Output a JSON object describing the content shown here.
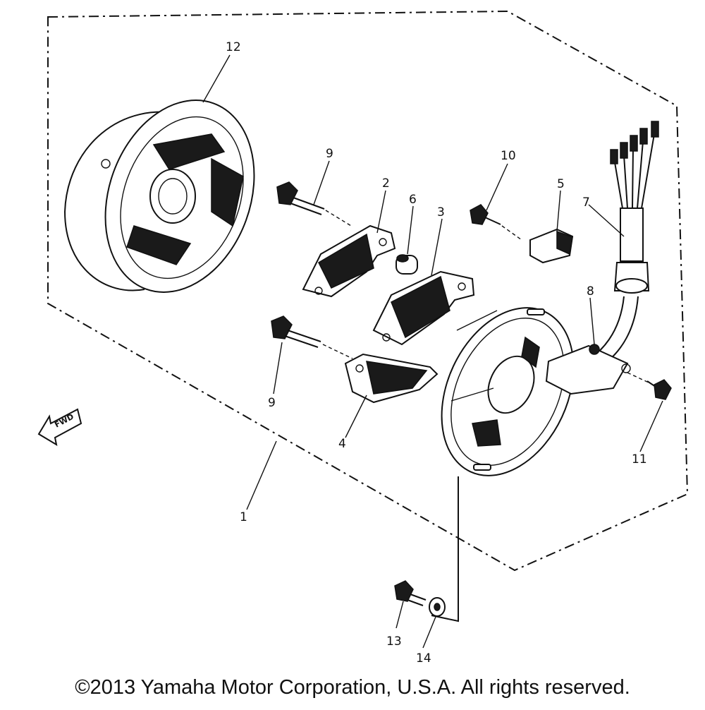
{
  "callouts": {
    "c1": "1",
    "c2": "2",
    "c3": "3",
    "c4": "4",
    "c5": "5",
    "c6": "6",
    "c7": "7",
    "c8": "8",
    "c9a": "9",
    "c9b": "9",
    "c10": "10",
    "c11": "11",
    "c12": "12",
    "c13": "13",
    "c14": "14"
  },
  "fwd_label": "FWD",
  "copyright": "©2013 Yamaha Motor Corporation, U.S.A. All rights reserved."
}
